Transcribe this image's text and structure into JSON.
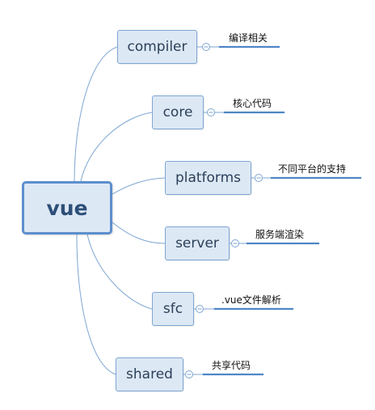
{
  "root": {
    "label": "vue"
  },
  "branches": [
    {
      "label": "compiler",
      "child": "编译相关"
    },
    {
      "label": "core",
      "child": "核心代码"
    },
    {
      "label": "platforms",
      "child": "不同平台的支持"
    },
    {
      "label": "server",
      "child": "服务端渲染"
    },
    {
      "label": "sfc",
      "child": ".vue文件解析"
    },
    {
      "label": "shared",
      "child": "共享代码"
    }
  ],
  "colors": {
    "node_fill": "#dde8f5",
    "node_border": "#7ea6d3",
    "root_border": "#5d8fcd",
    "connector": "#7ea6d3",
    "underline": "#4f86c6"
  }
}
